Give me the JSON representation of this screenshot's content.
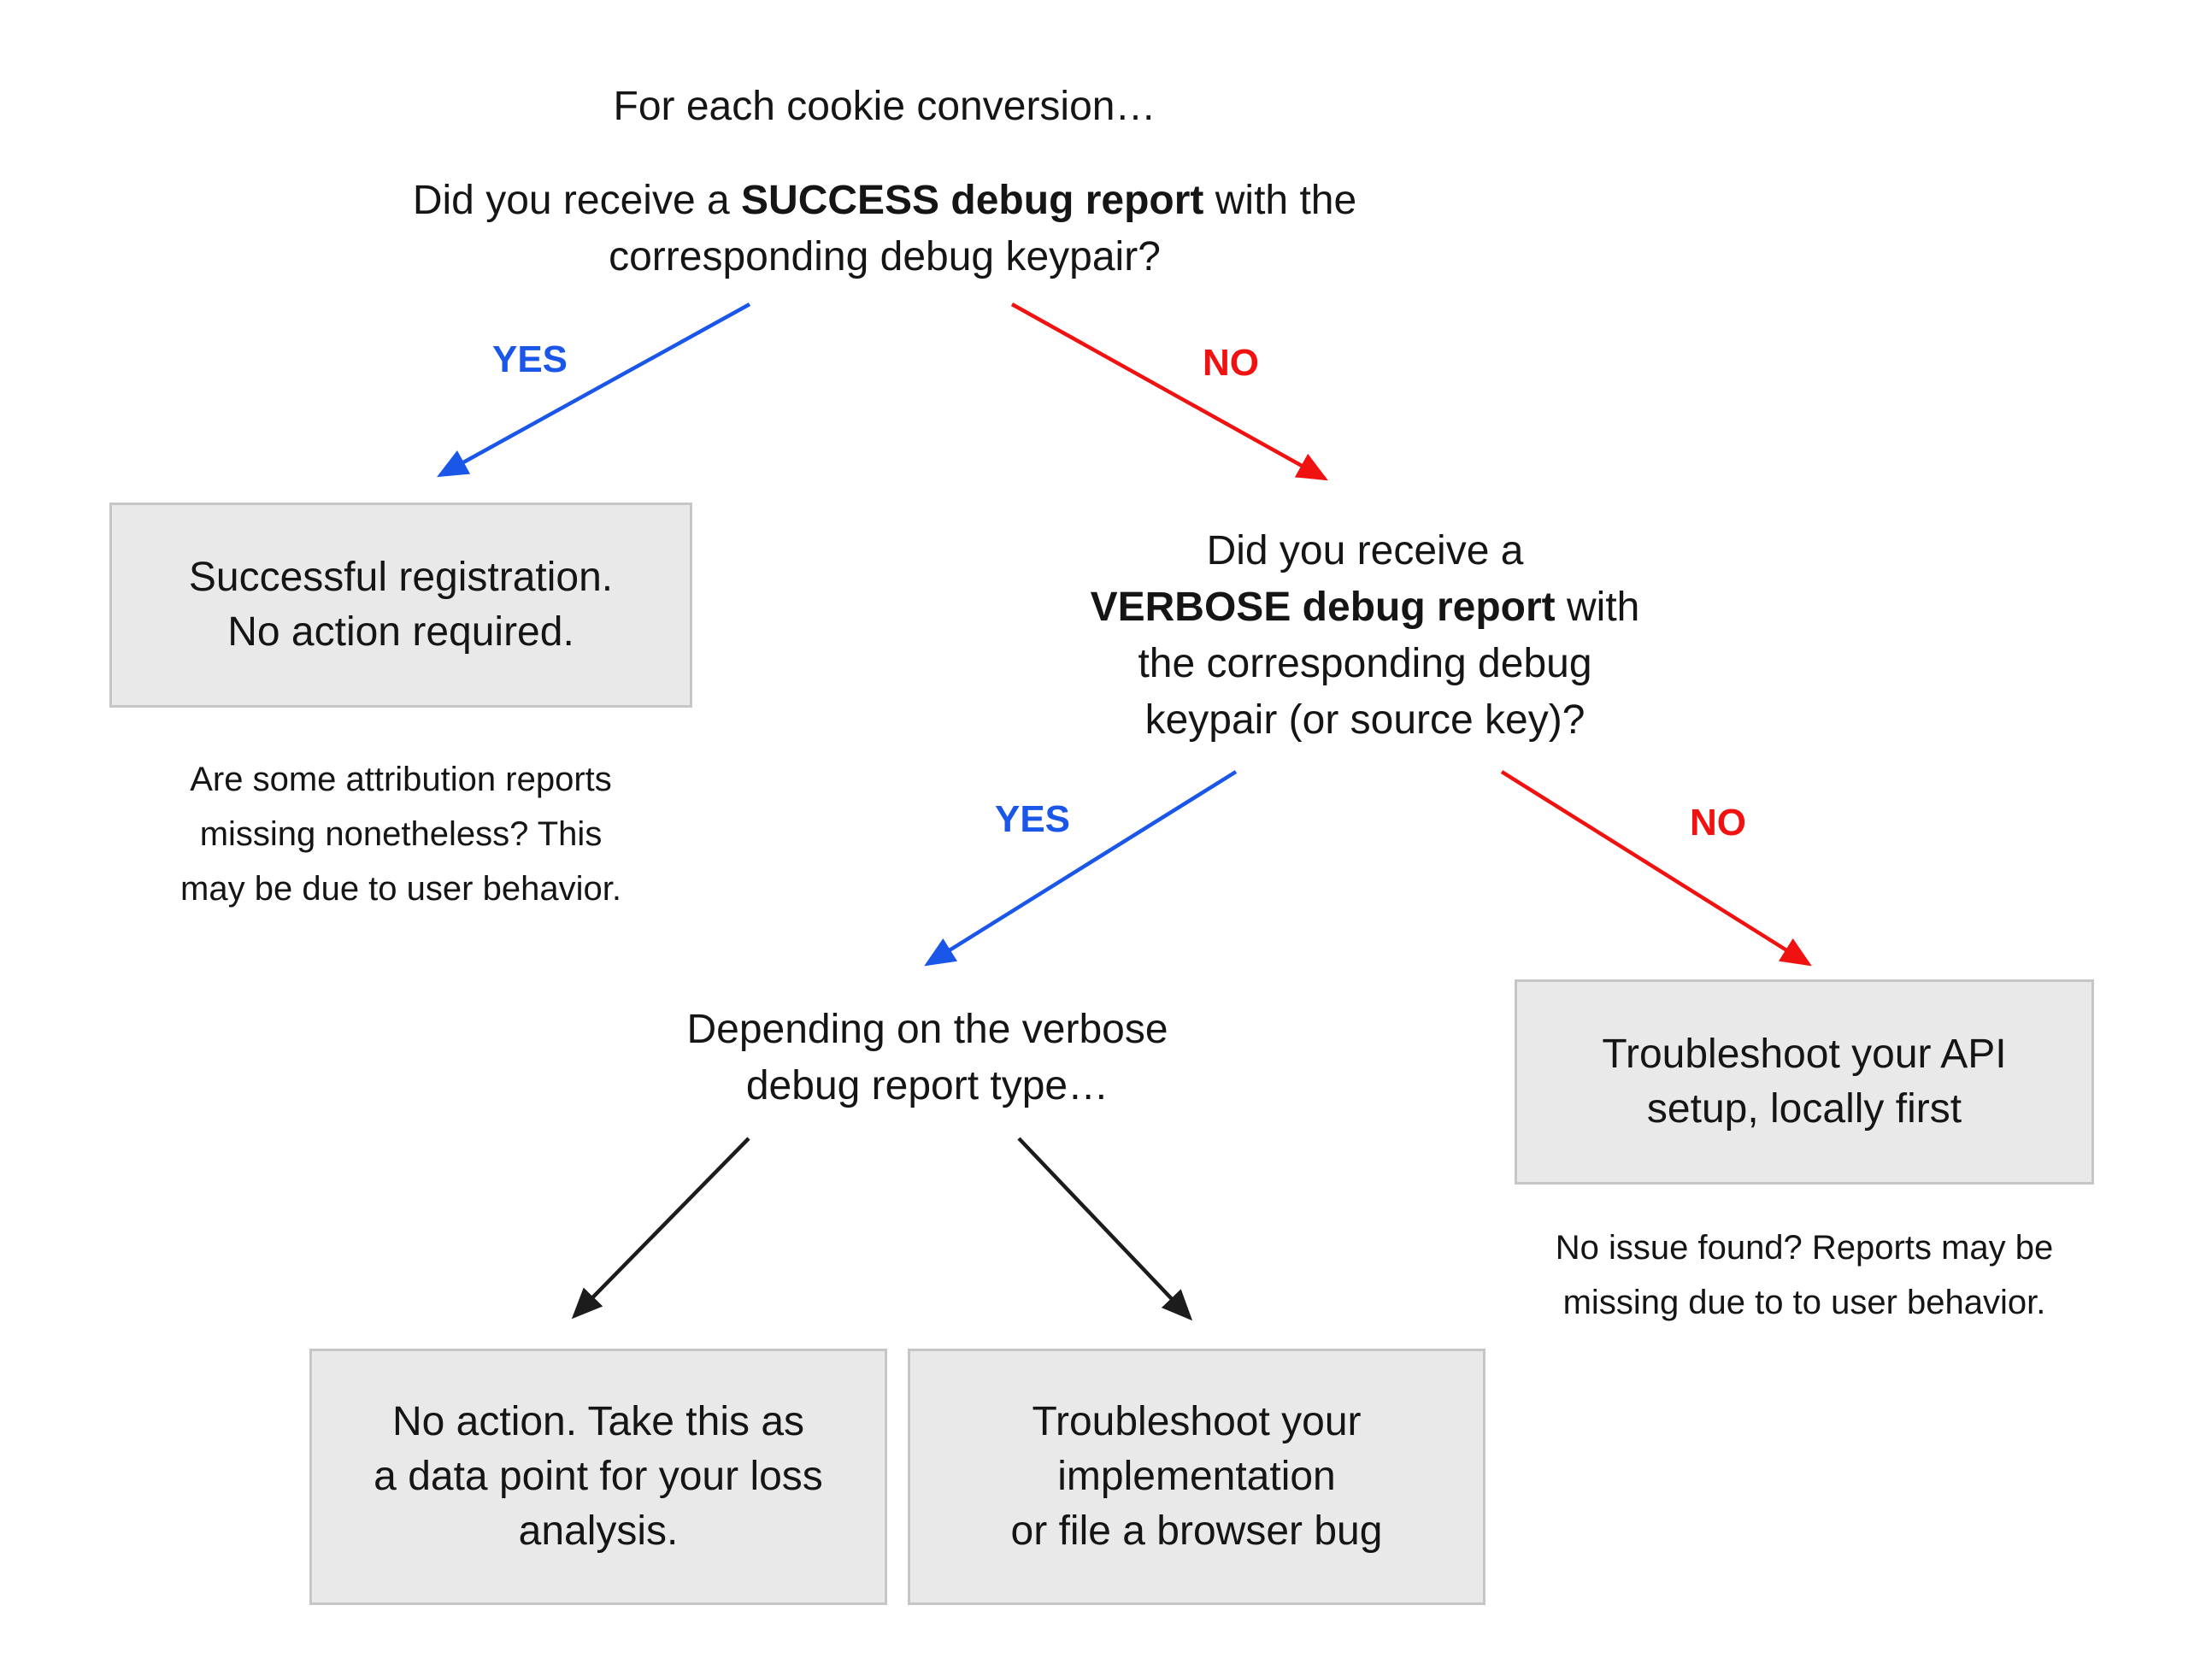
{
  "colors": {
    "yes_blue": "#1a57e8",
    "no_red": "#f01111",
    "box_fill": "#e9e9e9",
    "box_border": "#c6c6c6",
    "text": "#151515",
    "arrow_black": "#1c1c1c"
  },
  "labels": {
    "yes": "YES",
    "no": "NO"
  },
  "intro": {
    "title": "For each cookie conversion…"
  },
  "question_success": {
    "lines": [
      [
        {
          "t": "Did you receive a ",
          "b": false
        },
        {
          "t": "SUCCESS debug report",
          "b": true
        },
        {
          "t": " with the",
          "b": false
        }
      ],
      [
        {
          "t": "corresponding debug keypair?",
          "b": false
        }
      ]
    ]
  },
  "success_box": {
    "lines": [
      [
        {
          "t": "Successful registration.",
          "b": false
        }
      ],
      [
        {
          "t": "No action required.",
          "b": false
        }
      ]
    ]
  },
  "success_note": {
    "lines": [
      [
        {
          "t": "Are some attribution reports",
          "b": false
        }
      ],
      [
        {
          "t": "missing nonetheless? This",
          "b": false
        }
      ],
      [
        {
          "t": "may be due to user behavior.",
          "b": false
        }
      ]
    ]
  },
  "question_verbose": {
    "lines": [
      [
        {
          "t": "Did you receive a",
          "b": false
        }
      ],
      [
        {
          "t": "VERBOSE debug report",
          "b": true
        },
        {
          "t": " with",
          "b": false
        }
      ],
      [
        {
          "t": "the corresponding debug",
          "b": false
        }
      ],
      [
        {
          "t": "keypair (or source key)?",
          "b": false
        }
      ]
    ]
  },
  "depending": {
    "lines": [
      [
        {
          "t": "Depending on the verbose",
          "b": false
        }
      ],
      [
        {
          "t": "debug report type…",
          "b": false
        }
      ]
    ]
  },
  "api_box": {
    "lines": [
      [
        {
          "t": "Troubleshoot your API",
          "b": false
        }
      ],
      [
        {
          "t": "setup, locally first",
          "b": false
        }
      ]
    ]
  },
  "api_note": {
    "lines": [
      [
        {
          "t": "No issue found? Reports may be",
          "b": false
        }
      ],
      [
        {
          "t": "missing due to to user behavior.",
          "b": false
        }
      ]
    ]
  },
  "loss_box": {
    "lines": [
      [
        {
          "t": "No action. Take this as",
          "b": false
        }
      ],
      [
        {
          "t": "a data point for your loss",
          "b": false
        }
      ],
      [
        {
          "t": "analysis.",
          "b": false
        }
      ]
    ]
  },
  "impl_box": {
    "lines": [
      [
        {
          "t": "Troubleshoot your",
          "b": false
        }
      ],
      [
        {
          "t": "implementation",
          "b": false
        }
      ],
      [
        {
          "t": "or file a browser bug",
          "b": false
        }
      ]
    ]
  }
}
